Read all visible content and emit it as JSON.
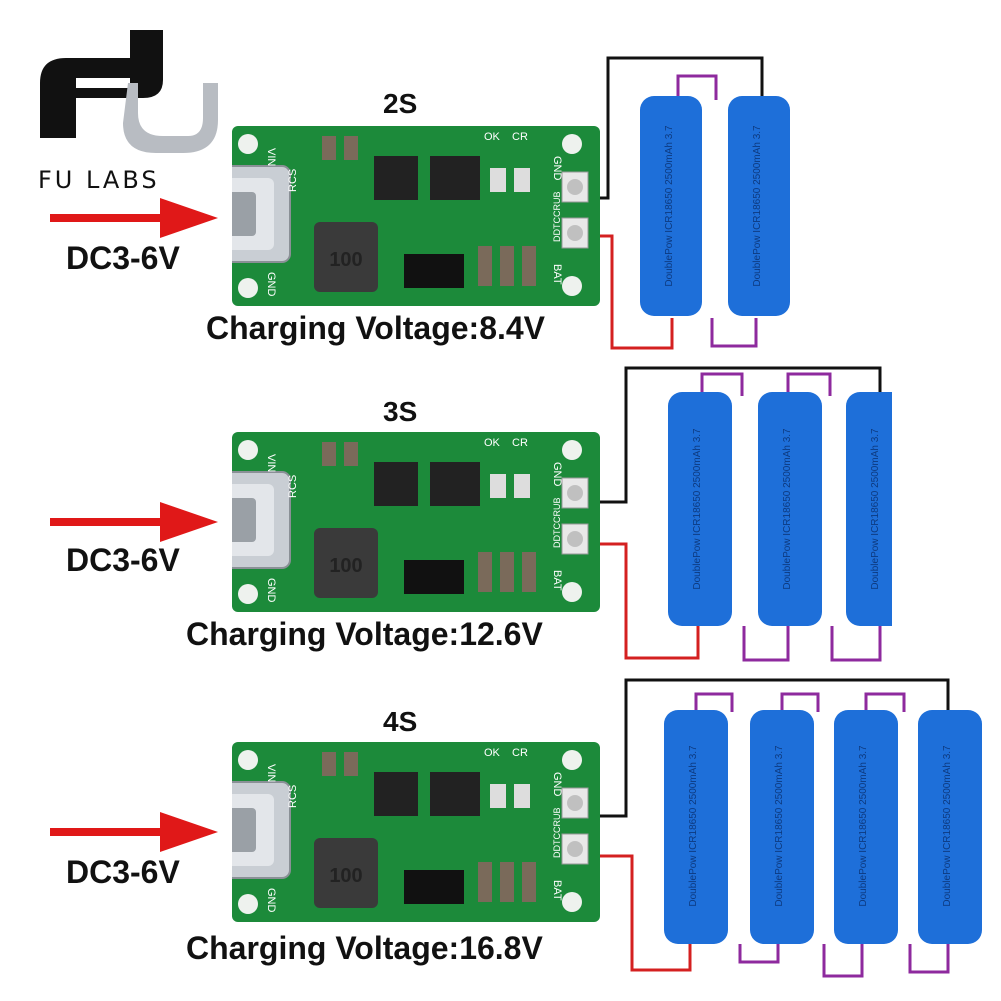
{
  "brand": {
    "name": "FU LABS",
    "colors": {
      "black": "#111111",
      "silver": "#b8bcc2"
    }
  },
  "panels": [
    {
      "config": "2S",
      "input_label": "DC3-6V",
      "charging_voltage": "Charging Voltage:8.4V",
      "cells": 2
    },
    {
      "config": "3S",
      "input_label": "DC3-6V",
      "charging_voltage": "Charging Voltage:12.6V",
      "cells": 3
    },
    {
      "config": "4S",
      "input_label": "DC3-6V",
      "charging_voltage": "Charging Voltage:16.8V",
      "cells": 4
    }
  ],
  "board": {
    "labels": {
      "vin": "VIN",
      "gnd": "GND",
      "rcs": "RCS",
      "ok": "OK",
      "cr": "CR",
      "bat": "BAT",
      "model": "DDTCCRUB",
      "inductor": "100"
    },
    "pcb_color": "#1c8a3a"
  },
  "battery": {
    "print": "DoublePow ICR18650 2500mAh 3.7",
    "color": "#1e6fd9"
  },
  "wires": {
    "positive": "#d42020",
    "negative": "#111111",
    "series": "#8e2a9e"
  },
  "arrow_color": "#e01818"
}
